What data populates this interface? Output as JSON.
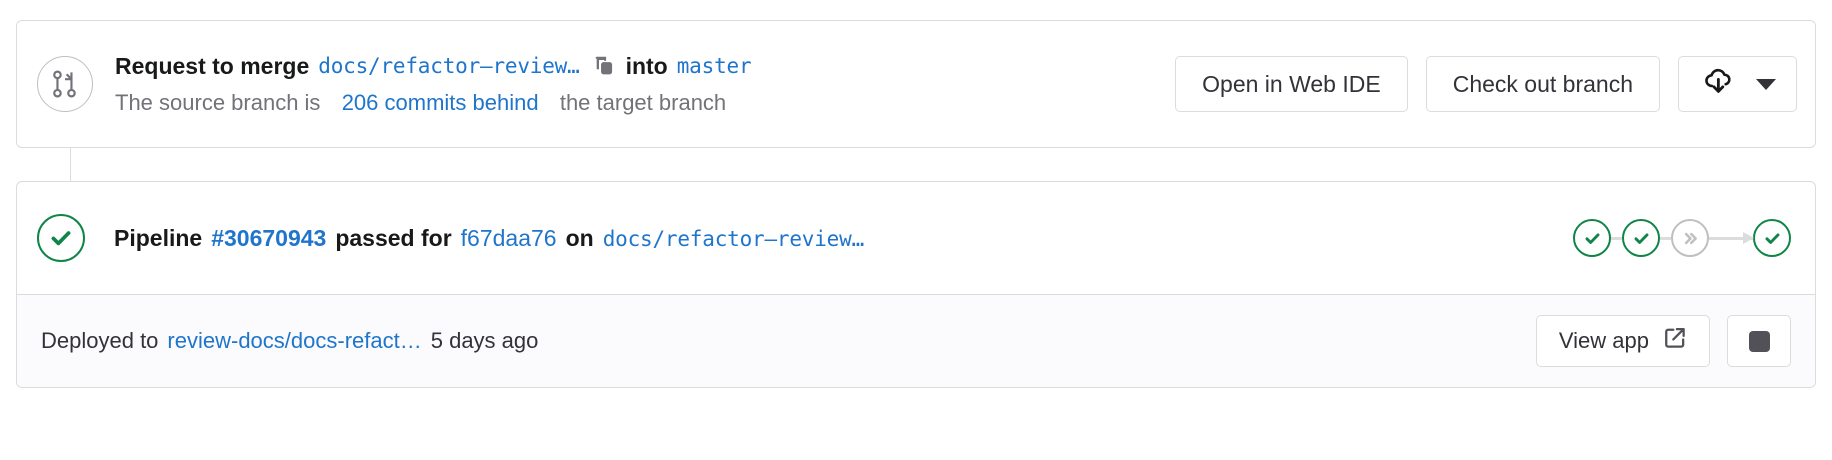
{
  "merge_request": {
    "icon": "merge-request-icon",
    "title_prefix": "Request to merge",
    "source_branch": "docs/refactor–review…",
    "copy_icon": "copy-icon",
    "into_label": "into",
    "target_branch": "master",
    "behind_prefix": "The source branch is",
    "behind_count": "206 commits behind",
    "behind_suffix": "the target branch",
    "actions": {
      "web_ide_label": "Open in Web IDE",
      "checkout_label": "Check out branch",
      "download_icon": "cloud-download-icon",
      "dropdown_icon": "chevron-down-icon"
    }
  },
  "pipeline": {
    "status_icon": "check-circle-icon",
    "status_color": "#108548",
    "label": "Pipeline",
    "id": "#30670943",
    "state": "passed for",
    "commit_sha": "f67daa76",
    "on_label": "on",
    "branch": "docs/refactor–review…",
    "stages": [
      {
        "name": "stage-status-passed-1",
        "status": "passed",
        "icon": "check-icon"
      },
      {
        "name": "stage-status-passed-2",
        "status": "passed",
        "icon": "check-icon"
      },
      {
        "name": "stage-status-skipped",
        "status": "skipped",
        "icon": "double-chevron-right-icon"
      },
      {
        "name": "stage-status-passed-3",
        "status": "passed",
        "icon": "check-icon"
      }
    ]
  },
  "deployment": {
    "prefix": "Deployed to",
    "environment": "review-docs/docs-refact…",
    "time": "5 days ago",
    "view_app_label": "View app",
    "external_link_icon": "external-link-icon",
    "stop_icon": "stop-square-icon"
  },
  "colors": {
    "link": "#1f75cb",
    "success": "#108548",
    "muted": "#737278",
    "border": "#dcdcde"
  }
}
